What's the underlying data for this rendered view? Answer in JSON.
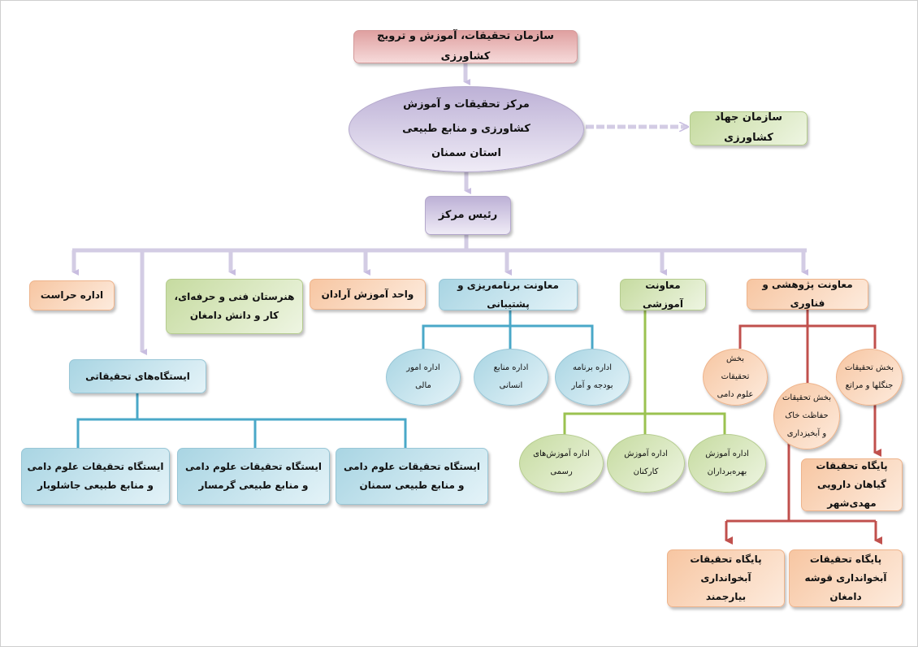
{
  "title_org": "سازمان تحقیقات، آموزش و ترویج کشاورزی",
  "center": "مرکز تحقیقات و آموزش کشاورزی و منابع طبیعی استان سمنان",
  "jahad": "سازمان جهاد کشاورزی",
  "head": "رئیس مرکز",
  "units": {
    "herasat": "اداره حراست",
    "stations": "ایستگاه‌های تحقیقاتی",
    "honarestan": "هنرستان فنی و حرفه‌ای، کار و دانش دامغان",
    "vahed": "واحد آموزش آرادان",
    "planning": "معاونت برنامه‌ریزی و پشتیبانی",
    "education": "معاونت آموزشی",
    "research": "معاونت پژوهشی و فناوری"
  },
  "planning_children": [
    "اداره امور مالی",
    "اداره منابع انسانی",
    "اداره برنامه بودجه و آمار"
  ],
  "education_children": [
    "اداره آموزش‌های رسمی",
    "اداره آموزش کارکنان",
    "اداره آموزش بهره‌برداران"
  ],
  "research_children": [
    "بخش تحقیقات علوم دامی",
    "بخش تحقیقات حفاظت خاک و آبخیزداری",
    "بخش تحقیقات جنگلها و مراتع"
  ],
  "medicinal": "پایگاه تحقیقات گیاهان دارویی مهدی‌شهر",
  "watershed": [
    "پایگاه تحقیقات آبخوانداری بیارجمند",
    "پایگاه تحقیقات آبخوانداری قوشه دامغان"
  ],
  "station_children": [
    "ایستگاه تحقیقات علوم دامی و منابع طبیعی جاشلوبار",
    "ایستگاه تحقیقات علوم دامی و منابع طبیعی گرمسار",
    "ایستگاه تحقیقات علوم دامی و منابع طبیعی سمنان"
  ],
  "colors": {
    "blue_line": "#4aa8c8",
    "green_line": "#9bc250",
    "red_line": "#c0504d",
    "purple_line": "#c8c0dc"
  }
}
